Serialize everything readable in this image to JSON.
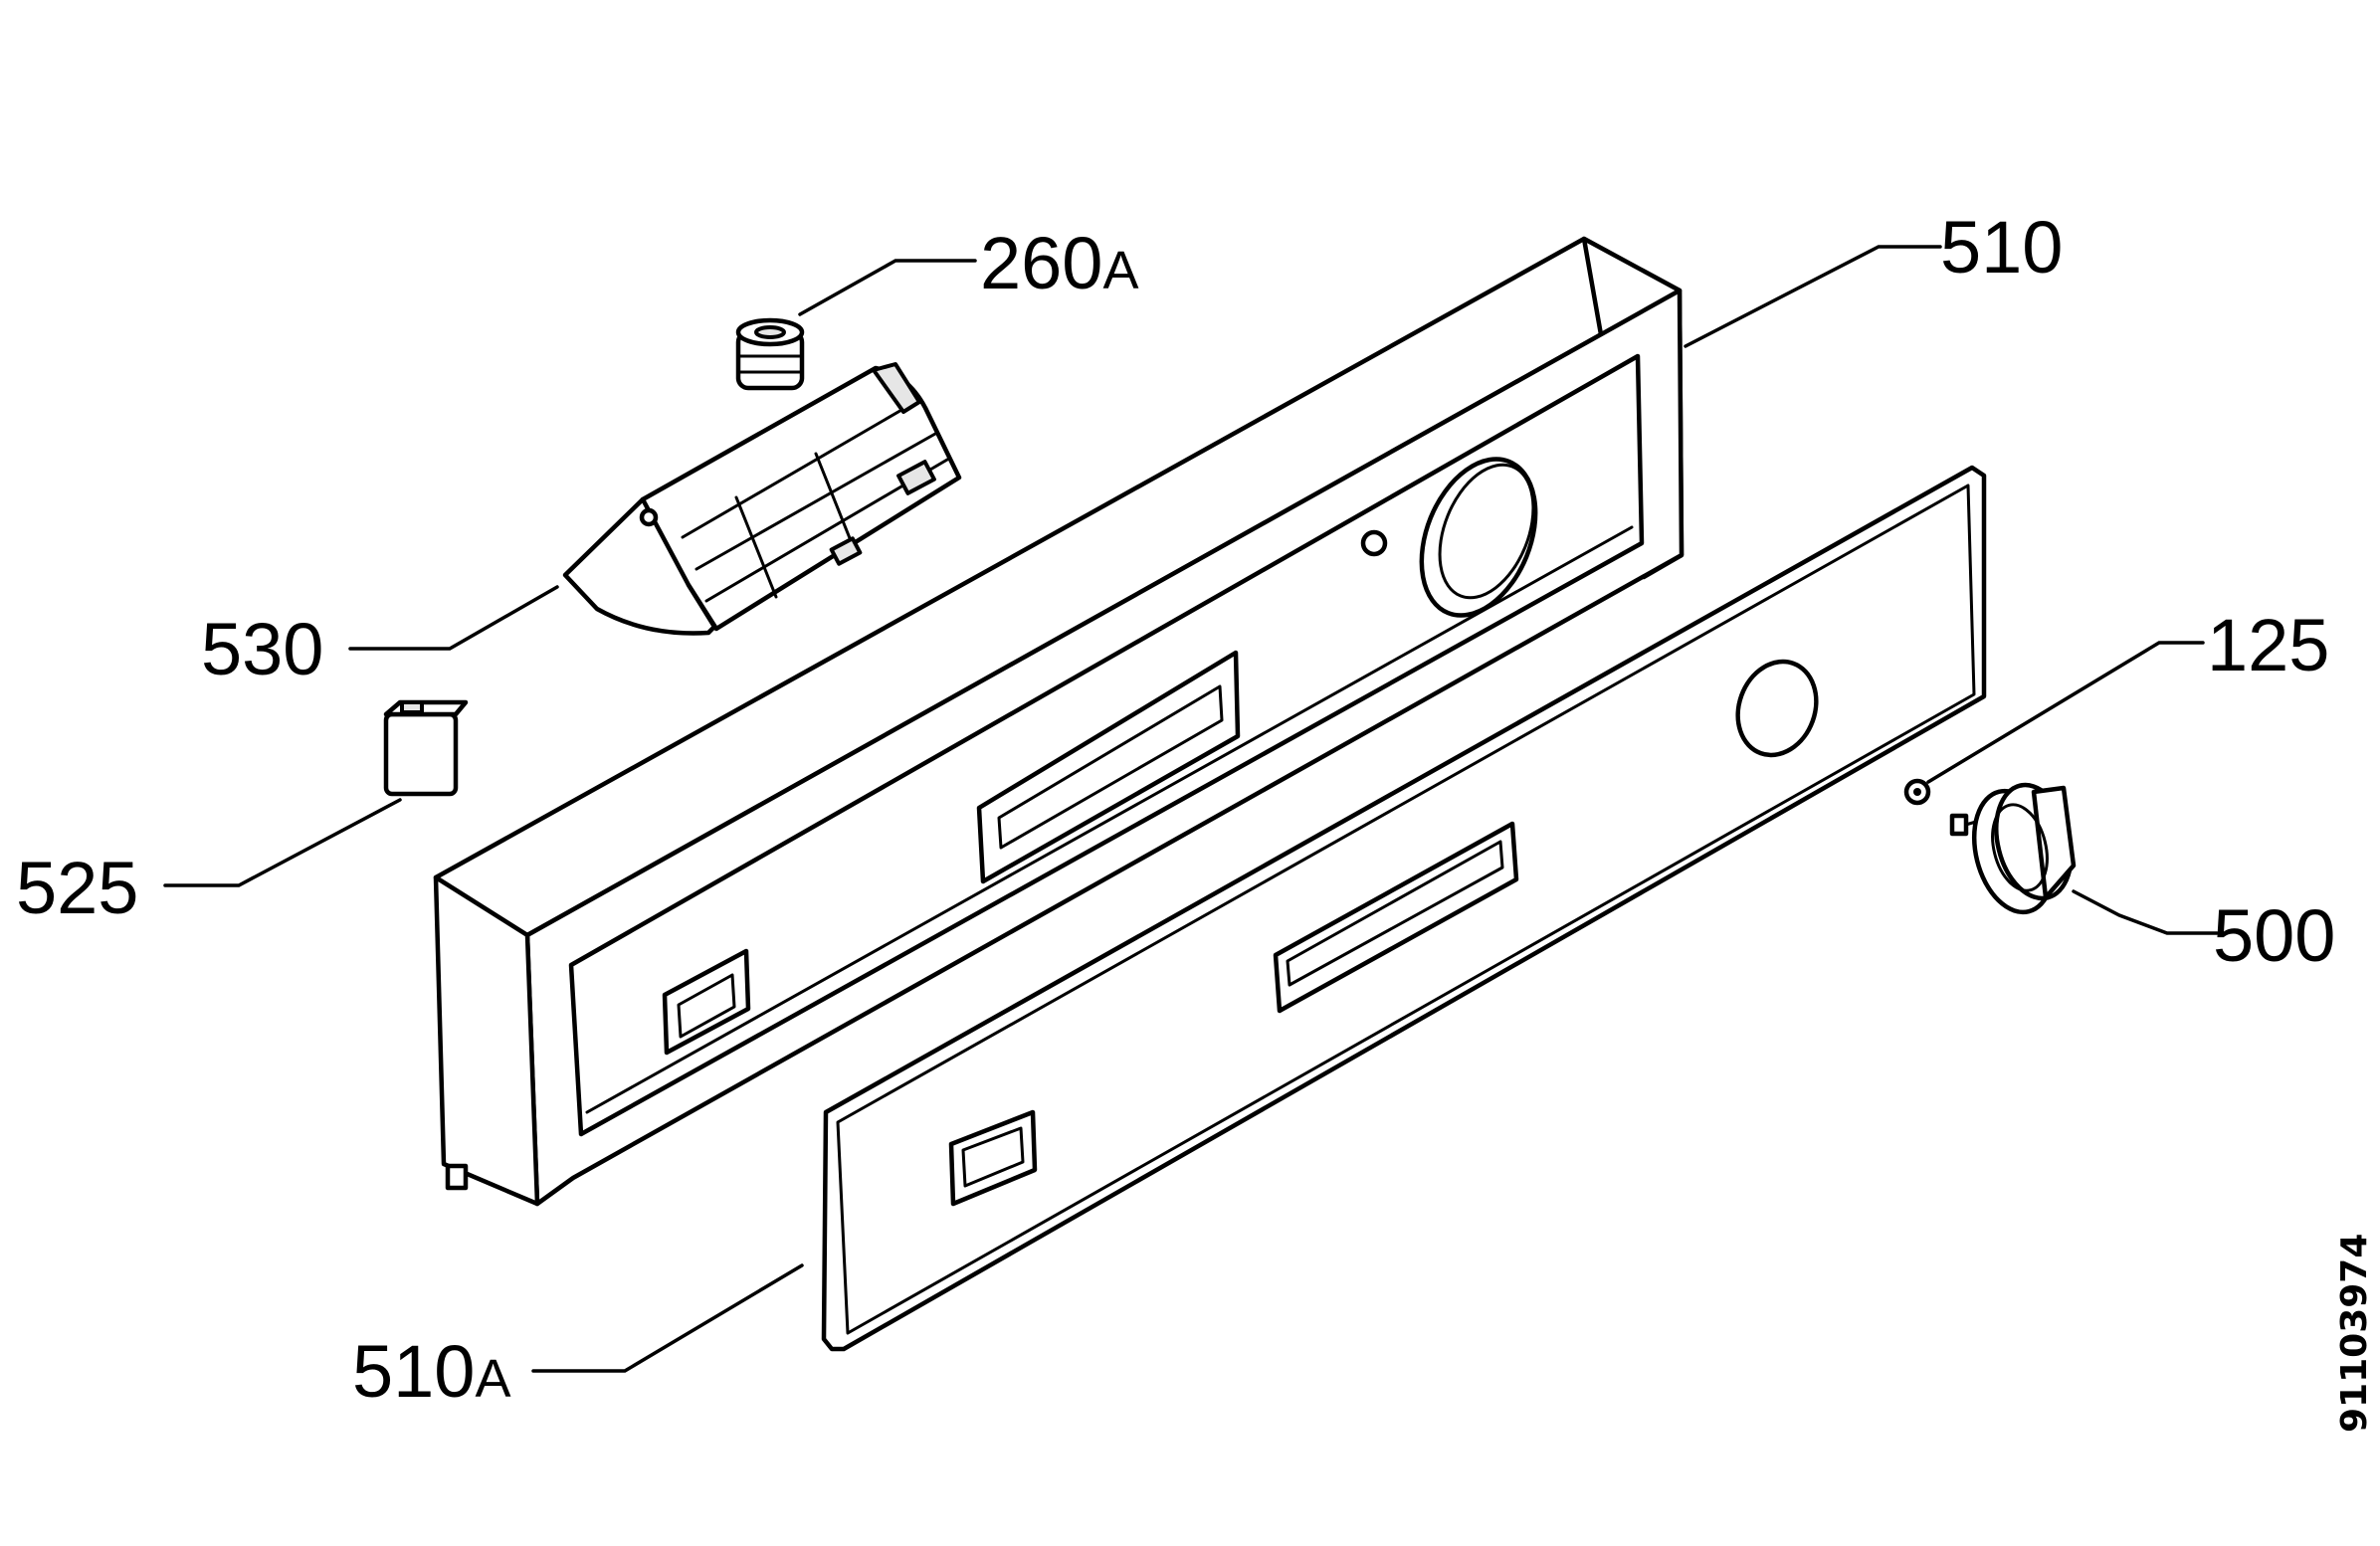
{
  "figure_code": "91103974",
  "parts": [
    {
      "id": "260a",
      "number": "260",
      "suffix": "A"
    },
    {
      "id": "510",
      "number": "510",
      "suffix": ""
    },
    {
      "id": "530",
      "number": "530",
      "suffix": ""
    },
    {
      "id": "125",
      "number": "125",
      "suffix": ""
    },
    {
      "id": "525",
      "number": "525",
      "suffix": ""
    },
    {
      "id": "500",
      "number": "500",
      "suffix": ""
    },
    {
      "id": "510a",
      "number": "510",
      "suffix": "A"
    }
  ],
  "colors": {
    "line": "#000000",
    "background": "#ffffff"
  }
}
